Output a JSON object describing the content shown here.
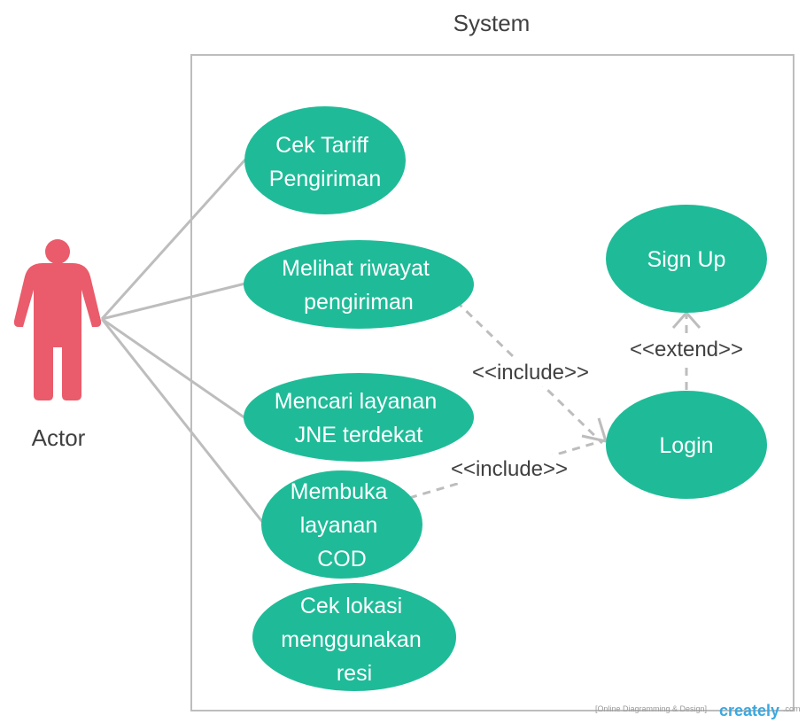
{
  "diagram": {
    "title": "System",
    "actor": {
      "label": "Actor",
      "color": "#ea5b6b"
    },
    "use_case_color": "#1fbb98",
    "line_color": "#bdbdbd",
    "use_cases": {
      "cek_tariff": {
        "lines": [
          "Cek Tariff",
          "Pengiriman"
        ]
      },
      "melihat_riwayat": {
        "lines": [
          "Melihat riwayat",
          "pengiriman"
        ]
      },
      "mencari_layanan": {
        "lines": [
          "Mencari layanan",
          "JNE terdekat"
        ]
      },
      "membuka_cod": {
        "lines": [
          "Membuka",
          "layanan",
          "COD"
        ]
      },
      "cek_lokasi": {
        "lines": [
          "Cek lokasi",
          "menggunakan",
          "resi"
        ]
      },
      "sign_up": {
        "lines": [
          "Sign Up"
        ]
      },
      "login": {
        "lines": [
          "Login"
        ]
      }
    },
    "relations": {
      "include_1": "<<include>>",
      "include_2": "<<include>>",
      "extend": "<<extend>>"
    },
    "watermark": {
      "text": "[Online Diagramming & Design]",
      "brand": "creately",
      "suffix": ".com"
    }
  }
}
